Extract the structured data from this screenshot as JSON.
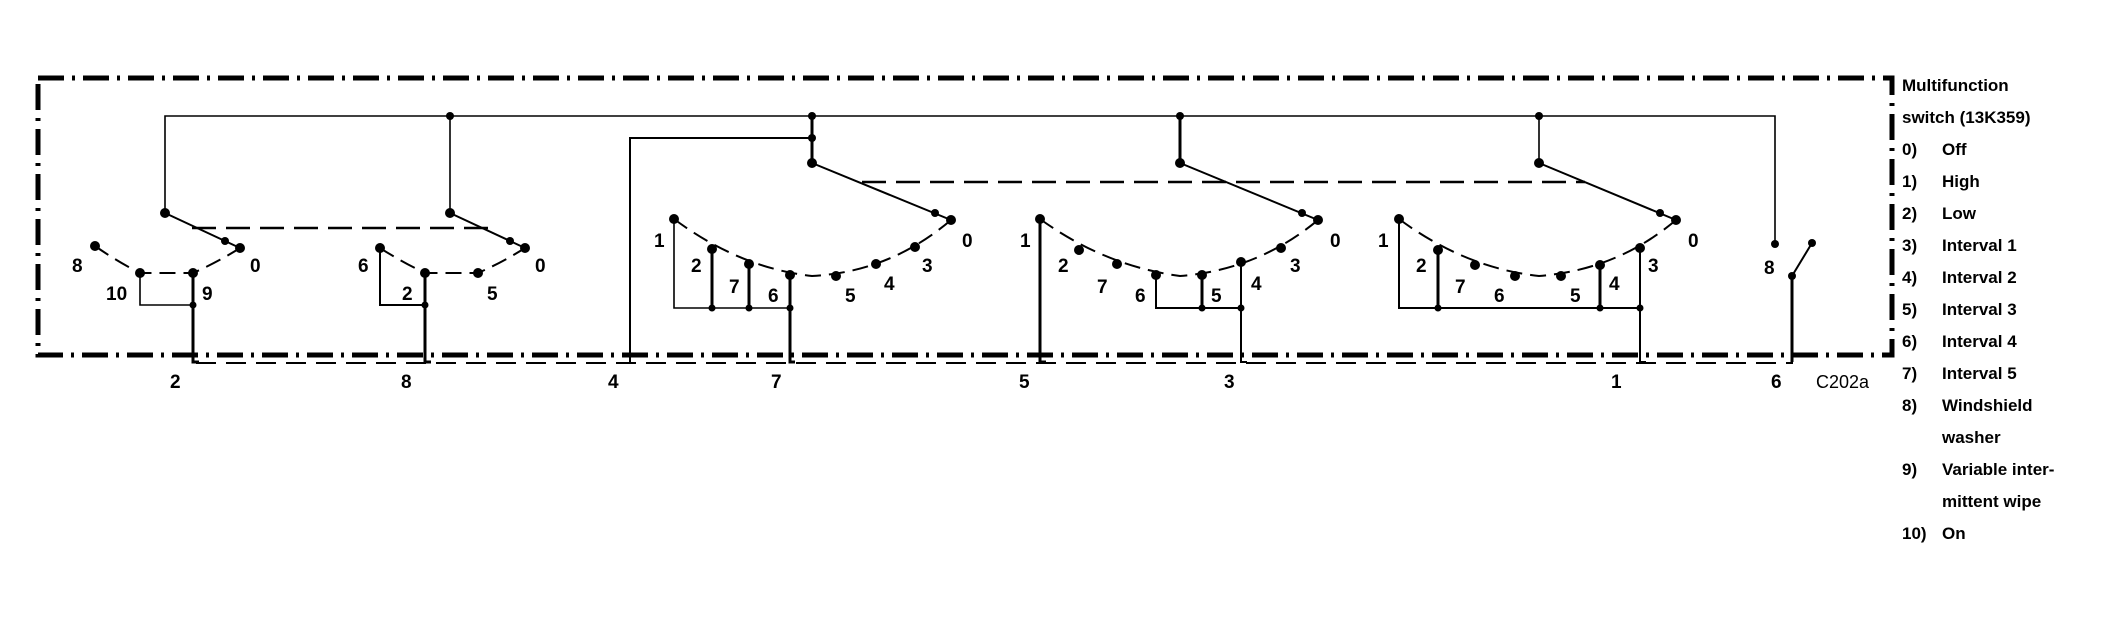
{
  "title": {
    "line1": "Multifunction",
    "line2": "switch (13K359)"
  },
  "legend": [
    {
      "num": "0)",
      "label": "Off"
    },
    {
      "num": "1)",
      "label": "High"
    },
    {
      "num": "2)",
      "label": "Low"
    },
    {
      "num": "3)",
      "label": "Interval 1"
    },
    {
      "num": "4)",
      "label": "Interval 2"
    },
    {
      "num": "5)",
      "label": "Interval 3"
    },
    {
      "num": "6)",
      "label": "Interval 4"
    },
    {
      "num": "7)",
      "label": "Interval 5"
    },
    {
      "num": "8)",
      "label": "Windshield",
      "label2": "washer"
    },
    {
      "num": "9)",
      "label": "Variable inter-",
      "label2": "mittent wipe"
    },
    {
      "num": "10)",
      "label": "On"
    }
  ],
  "connector": {
    "name": "C202a",
    "pins": [
      "2",
      "8",
      "4",
      "7",
      "5",
      "3",
      "1",
      "6"
    ]
  },
  "switches": {
    "s1": {
      "contacts": [
        "8",
        "10",
        "9",
        "0"
      ]
    },
    "s2": {
      "contacts": [
        "6",
        "2",
        "5",
        "0"
      ]
    },
    "s3": {
      "contacts": [
        "1",
        "2",
        "7",
        "6",
        "5",
        "4",
        "3",
        "0"
      ]
    },
    "s4": {
      "contacts": [
        "1",
        "2",
        "7",
        "6",
        "5",
        "4",
        "3",
        "0"
      ]
    },
    "s5": {
      "contacts": [
        "1",
        "2",
        "7",
        "6",
        "5",
        "4",
        "3",
        "0"
      ]
    },
    "washer": {
      "contact": "8"
    }
  }
}
